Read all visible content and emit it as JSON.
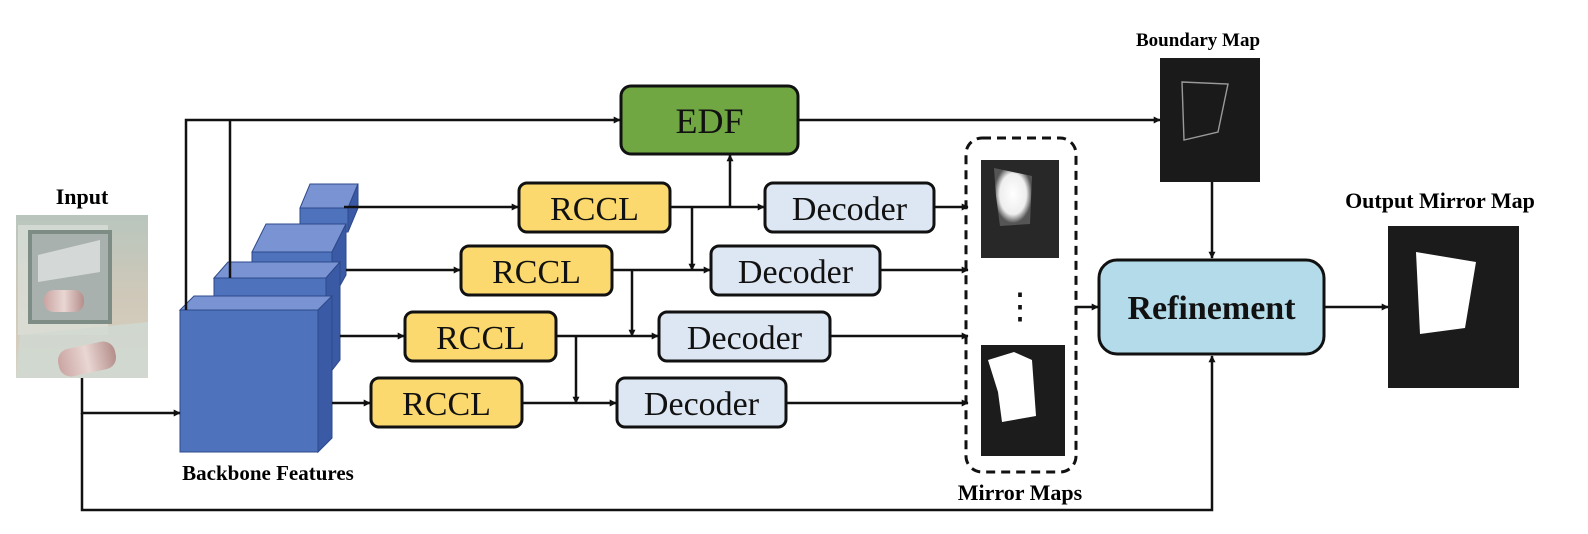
{
  "labels": {
    "input": "Input",
    "backbone": "Backbone Features",
    "boundary_map": "Boundary Map",
    "output_mirror_map": "Output Mirror Map",
    "mirror_maps": "Mirror Maps"
  },
  "modules": {
    "edf": "EDF",
    "rccl": [
      "RCCL",
      "RCCL",
      "RCCL",
      "RCCL"
    ],
    "decoder": [
      "Decoder",
      "Decoder",
      "Decoder",
      "Decoder"
    ],
    "refinement": "Refinement",
    "ellipsis": "⋮"
  },
  "colors": {
    "edf_fill": "#70a743",
    "rccl_fill": "#fbd96e",
    "decoder_fill": "#dde6f3",
    "refinement_fill": "#b3dbea",
    "backbone_fill": "#4f72bd",
    "arrow": "#111111"
  }
}
